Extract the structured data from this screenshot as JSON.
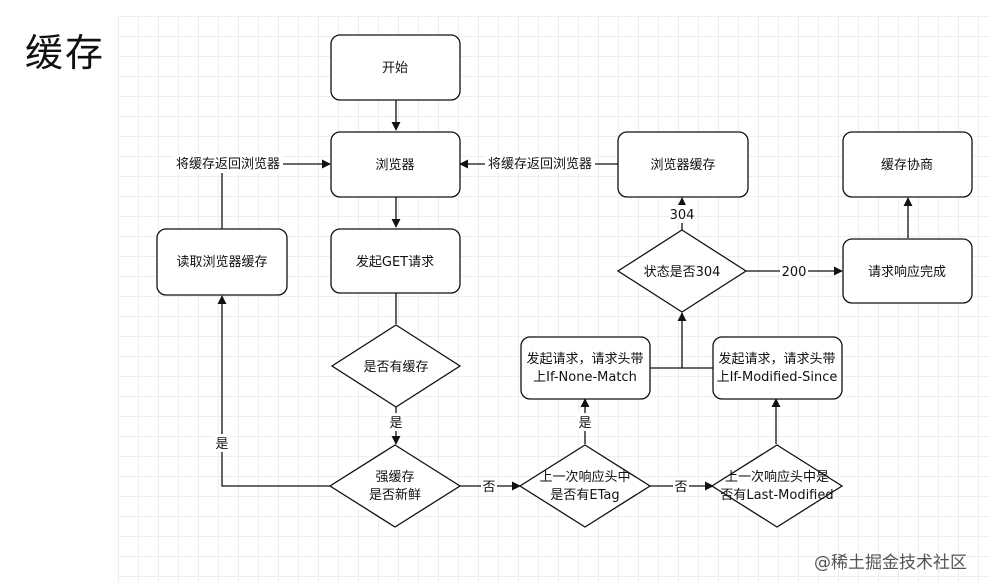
{
  "title": "缓存",
  "watermark": "@稀土掘金技术社区",
  "nodes": {
    "start": "开始",
    "browser": "浏览器",
    "get_request": "发起GET请求",
    "has_cache": "是否有缓存",
    "strong_cache_l1": "强缓存",
    "strong_cache_l2": "是否新鲜",
    "read_cache": "读取浏览器缓存",
    "etag_l1": "上一次响应头中",
    "etag_l2": "是否有ETag",
    "lastmod_l1": "上一次响应头中是",
    "lastmod_l2": "否有Last-Modified",
    "inm_l1": "发起请求，请求头带",
    "inm_l2": "上If-None-Match",
    "ims_l1": "发起请求，请求头带",
    "ims_l2": "上If-Modified-Since",
    "status_304": "状态是否304",
    "browser_cache": "浏览器缓存",
    "negotiate": "缓存协商",
    "request_complete": "请求响应完成"
  },
  "edge_labels": {
    "return_left": "将缓存返回浏览器",
    "return_right": "将缓存返回浏览器",
    "yes_cache": "是",
    "yes_fresh": "是",
    "no_fresh": "否",
    "yes_etag": "是",
    "no_etag": "否",
    "code_304": "304",
    "code_200": "200"
  }
}
